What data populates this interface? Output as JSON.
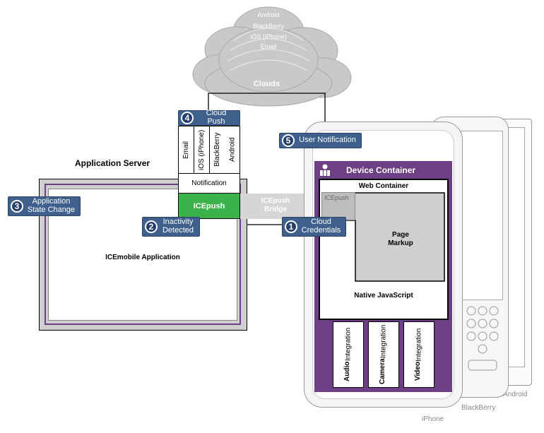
{
  "cloud": {
    "platforms": [
      "Android",
      "BlackBerry",
      "iOS (iPhone)",
      "Email"
    ],
    "label": "Clouds"
  },
  "server": {
    "title": "Application Server",
    "app_label": "ICEmobile Application",
    "notification": "Notification",
    "icepush": "ICEpush",
    "channels": [
      "Email",
      "iOS (iPhone)",
      "BlackBerry",
      "Android"
    ]
  },
  "bridge": {
    "line1": "ICEpush",
    "line2": "Bridge"
  },
  "device": {
    "header": "Device Container",
    "web_container": "Web Container",
    "icepush_small": "ICEpush",
    "page_markup_1": "Page",
    "page_markup_2": "Markup",
    "native_js": "Native JavaScript",
    "integrations": [
      {
        "name": "Audio",
        "suffix": "Integration"
      },
      {
        "name": "Camera",
        "suffix": "Integration"
      },
      {
        "name": "Video",
        "suffix": "Integration"
      }
    ],
    "phones": [
      "iPhone",
      "BlackBerry",
      "Android"
    ]
  },
  "steps": [
    {
      "num": "1",
      "text": "Cloud\nCredentials"
    },
    {
      "num": "2",
      "text": "Inactivity\nDetected"
    },
    {
      "num": "3",
      "text": "Application\nState Change"
    },
    {
      "num": "4",
      "text": "Cloud Push"
    },
    {
      "num": "5",
      "text": "User Notification"
    }
  ],
  "colors": {
    "badge": "#3f5f8c",
    "purple": "#6d3f84",
    "green": "#3cb34a",
    "cloud": "#c9c9c9"
  }
}
